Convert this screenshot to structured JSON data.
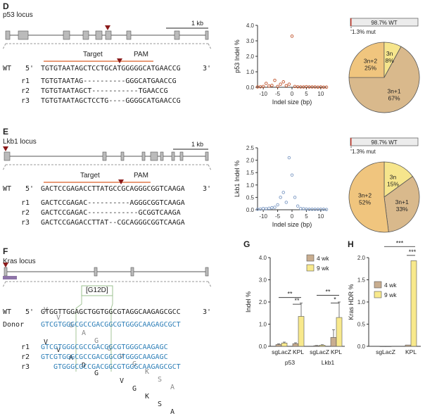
{
  "colors": {
    "target_line": "#e07a4c",
    "pam_triangle": "#8a1a1a",
    "point_red": "#c0552e",
    "point_blue": "#7d9ac4",
    "pie_tan": "#d9b98c",
    "pie_yellow": "#f6e58c",
    "pie_light": "#f0c57e",
    "bar_tan": "#c8ad8f",
    "bar_yellow": "#f8e98c",
    "purple": "#8e74a8"
  },
  "panelD": {
    "letter": "D",
    "locus": "p53 locus",
    "scale": "1 kb",
    "target": "Target",
    "pam": "PAM",
    "seqs": [
      {
        "label": "WT",
        "prefix": "5'",
        "seq": "TGTGTAATAGCTCCTGCATGGGGGCATGAACCG",
        "suffix": "3'"
      },
      {
        "label": "r1",
        "seq": "TGTGTAATAG----------GGGCATGAACCG"
      },
      {
        "label": "r2",
        "seq": "TGTGTAATAGCT-----------TGAACCG"
      },
      {
        "label": "r3",
        "seq": "TGTGTAATAGCTCCTG----GGGGCATGAACCG"
      }
    ]
  },
  "panelE": {
    "letter": "E",
    "locus": "Lkb1 locus",
    "scale": "1 kb",
    "target": "Target",
    "pam": "PAM",
    "seqs": [
      {
        "label": "WT",
        "prefix": "5'",
        "seq": "GACTCCGAGACCTTATGCCGCAGGGCGGTCAAGA",
        "suffix": "3'"
      },
      {
        "label": "r1",
        "seq": "GACTCCGAGAC----------AGGGCGGTCAAGA"
      },
      {
        "label": "r2",
        "seq": "GACTCCGAGAC------------GCGGTCAAGA"
      },
      {
        "label": "r3",
        "seq": "GACTCCGAGACCTTAT--CGCAGGGCGGTCAAGA"
      }
    ]
  },
  "panelF": {
    "letter": "F",
    "locus": "Kras locus",
    "mutation": "[G12D]",
    "aa_wt": [
      "V",
      "V",
      "G",
      "A",
      "G",
      "G",
      "V",
      "G",
      "K",
      "S",
      "A"
    ],
    "aa_donor": [
      "V",
      "V",
      "A",
      "D",
      "G",
      "V",
      "G",
      "K",
      "S",
      "A"
    ],
    "seqs": [
      {
        "label": "WT",
        "prefix": "5'",
        "seq": "GTGGTTGGAGCTGGTGGCGTAGGCAAGAGCGCC",
        "suffix": "3'"
      },
      {
        "label": "Donor",
        "seq": "GTCGTGGGCGCCGACGGCGTGGGCAAGAGCGCT"
      },
      {
        "label": "r1",
        "seq": "GTCGTGGGCGCCGACGGCGTGGGCAAGAGC"
      },
      {
        "label": "r2",
        "seq": "GTCGTGGGCGCCGACGGCGTGGGCAAGAGC"
      },
      {
        "label": "r3",
        "seq": "GTGGGCGCCGACGGCGTGGGCAAGAGCGCT"
      }
    ]
  },
  "panelG": {
    "letter": "G"
  },
  "panelH": {
    "letter": "H"
  },
  "chart_data": [
    {
      "type": "scatter",
      "ylabel": "p53 Indel %",
      "xlabel": "Indel size (bp)",
      "xlim": [
        -12,
        12
      ],
      "ylim": [
        0,
        4
      ],
      "xticks": [
        "-10",
        "-5",
        "0",
        "5",
        "10"
      ],
      "yticks": [
        "0.0",
        "1.0",
        "2.0",
        "3.0",
        "4.0"
      ],
      "x": [
        -12,
        -11,
        -10,
        -9,
        -8,
        -7,
        -6,
        -5,
        -4,
        -3,
        -2,
        -1,
        0,
        1,
        2,
        3,
        4,
        5,
        6,
        7,
        8,
        9,
        10,
        11,
        12
      ],
      "y": [
        0.02,
        0.03,
        0.05,
        0.25,
        0.08,
        0.12,
        0.45,
        0.05,
        0.2,
        0.35,
        0.1,
        0.2,
        3.3,
        0.05,
        0.03,
        0.02,
        0.02,
        0.04,
        0.02,
        0.02,
        0.02,
        0.01,
        0.02,
        0.01,
        0.01
      ]
    },
    {
      "type": "scatter",
      "ylabel": "Lkb1 Indel %",
      "xlabel": "Indel size (bp)",
      "xlim": [
        -12,
        12
      ],
      "ylim": [
        0,
        2.5
      ],
      "xticks": [
        "-10",
        "-5",
        "0",
        "5",
        "10"
      ],
      "yticks": [
        "0.0",
        "0.5",
        "1.0",
        "1.5",
        "2.0",
        "2.5"
      ],
      "x": [
        -12,
        -11,
        -10,
        -9,
        -8,
        -7,
        -6,
        -5,
        -4,
        -3,
        -2,
        -1,
        0,
        1,
        2,
        3,
        4,
        5,
        6,
        7,
        8,
        9,
        10,
        11,
        12
      ],
      "y": [
        0.02,
        0.03,
        0.05,
        0.04,
        0.06,
        0.08,
        0.1,
        0.2,
        0.5,
        0.7,
        0.3,
        2.1,
        1.4,
        0.5,
        0.15,
        0.05,
        0.04,
        0.03,
        0.02,
        0.02,
        0.02,
        0.02,
        0.02,
        0.02,
        0.01
      ]
    },
    {
      "type": "pie",
      "bar_label": "98.7% WT",
      "mut_label": "1.3% mut",
      "slices": [
        {
          "label": "3n+1",
          "value": 67
        },
        {
          "label": "3n+2",
          "value": 25
        },
        {
          "label": "3n",
          "value": 8
        }
      ],
      "slice_labels": [
        [
          "3n+1",
          "67%"
        ],
        [
          "3n+2",
          "25%"
        ],
        [
          "3n",
          "8%"
        ]
      ]
    },
    {
      "type": "pie",
      "bar_label": "98.7% WT",
      "mut_label": "1.3% mut",
      "slices": [
        {
          "label": "3n",
          "value": 15
        },
        {
          "label": "3n+1",
          "value": 33
        },
        {
          "label": "3n+2",
          "value": 52
        }
      ],
      "slice_labels": [
        [
          "3n",
          "15%"
        ],
        [
          "3n+1",
          "33%"
        ],
        [
          "3n+2",
          "52%"
        ]
      ]
    },
    {
      "type": "bar",
      "ylabel": "Indel %",
      "ylim": [
        0,
        4
      ],
      "yticks": [
        "0.0",
        "1.0",
        "2.0",
        "3.0",
        "4.0"
      ],
      "legend": [
        "4 wk",
        "9 wk"
      ],
      "categories": [
        "sgLacZ",
        "KPL",
        "sgLacZ",
        "KPL"
      ],
      "groups": [
        "p53",
        "Lkb1"
      ],
      "series": [
        {
          "name": "4 wk",
          "values": [
            0.08,
            0.12,
            0.03,
            0.4
          ]
        },
        {
          "name": "9 wk",
          "values": [
            0.15,
            1.35,
            0.05,
            1.3
          ]
        }
      ],
      "errors": [
        [
          0.03,
          0.04,
          0.01,
          0.35
        ],
        [
          0.04,
          0.6,
          0.02,
          0.7
        ]
      ],
      "sig": [
        "**",
        "**",
        "**",
        "*"
      ]
    },
    {
      "type": "bar",
      "ylabel": "Kras HDR %",
      "ylim": [
        0,
        2.0
      ],
      "yticks": [
        "0.0",
        "0.5",
        "1.0",
        "1.5",
        "2.0"
      ],
      "legend": [
        "4 wk",
        "9 wk"
      ],
      "categories": [
        "sgLacZ",
        "KPL"
      ],
      "series": [
        {
          "name": "4 wk",
          "values": [
            0.0,
            0.03
          ]
        },
        {
          "name": "9 wk",
          "values": [
            0.0,
            1.93
          ]
        }
      ],
      "sig": [
        "***",
        "***"
      ]
    }
  ]
}
